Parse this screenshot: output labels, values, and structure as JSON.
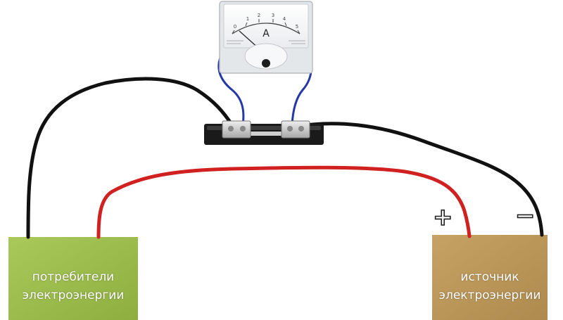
{
  "consumer": {
    "label_line1": "потребители",
    "label_line2": "электроэнергии"
  },
  "source": {
    "label_line1": "источник",
    "label_line2": "электроэнергии"
  },
  "polarity": {
    "plus": "+",
    "minus": "−"
  },
  "ammeter": {
    "unit": "A",
    "scale_labels": [
      "0",
      "1",
      "2",
      "3",
      "4",
      "5"
    ]
  },
  "colors": {
    "consumer_box": "#9cbd4c",
    "source_box": "#bd9a5c",
    "wire_black": "#111111",
    "wire_red": "#d02020",
    "wire_blue": "#2438a8",
    "shunt_base": "#1a1a1a",
    "terminal_metal": "#c8c8c8"
  },
  "icons": [
    "ammeter-icon",
    "shunt-icon"
  ]
}
